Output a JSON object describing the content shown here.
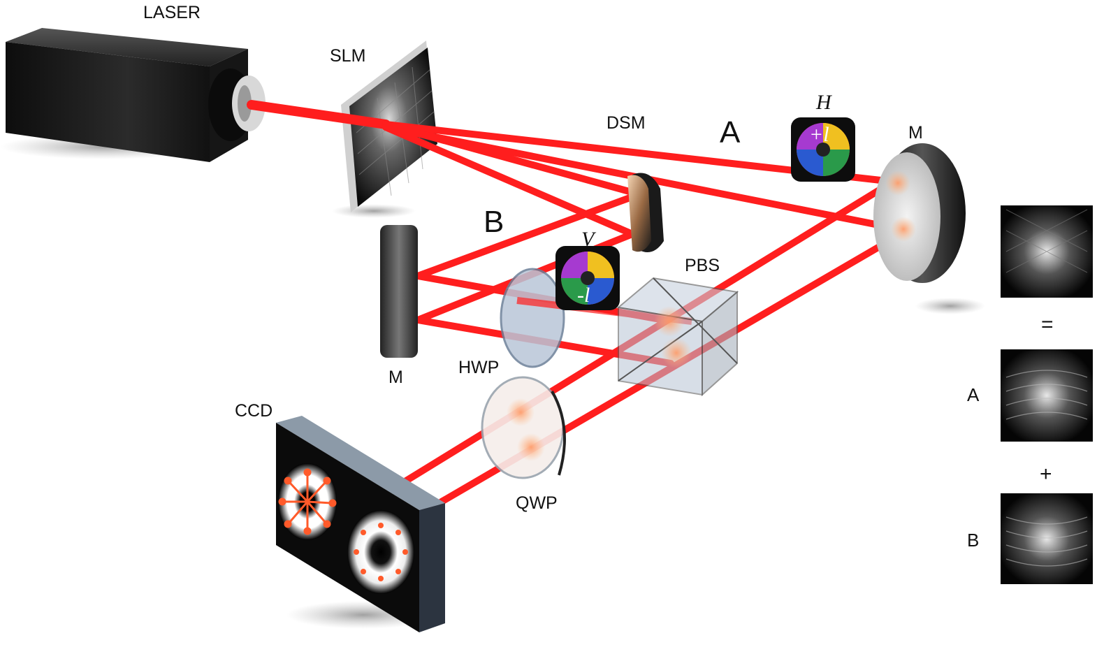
{
  "labels": {
    "laser": "LASER",
    "slm": "SLM",
    "dsm": "DSM",
    "mirror_right": "M",
    "mirror_left": "M",
    "pbs": "PBS",
    "hwp": "HWP",
    "qwp": "QWP",
    "ccd": "CCD",
    "path_a": "A",
    "path_b": "B"
  },
  "vortex_plates": {
    "top": {
      "pol": "H",
      "charge": "+l"
    },
    "bottom": {
      "pol": "V",
      "charge": "-l"
    }
  },
  "side_panel": {
    "equals": "=",
    "plus": "+",
    "row_a": "A",
    "row_b": "B"
  },
  "colors": {
    "beam": "#ff1e1e",
    "beam_dark": "#e00000",
    "housing": "#1a1a1a"
  }
}
